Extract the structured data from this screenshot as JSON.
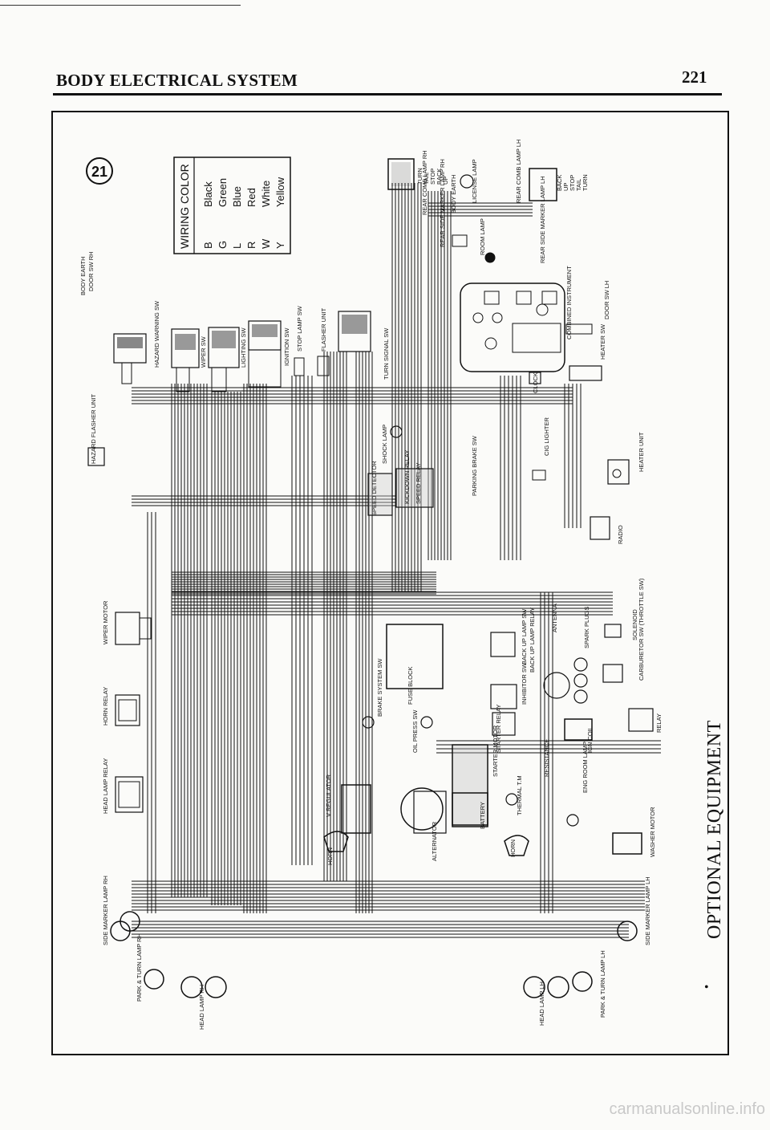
{
  "header": {
    "title": "BODY ELECTRICAL SYSTEM",
    "page_number": "221"
  },
  "section_label": "OPTIONAL EQUIPMENT",
  "footer": {
    "watermark": "carmanualsonline.info"
  },
  "diagram": {
    "number": "21",
    "legend": {
      "title": "WIRING COLOR",
      "entries": [
        {
          "code": "B",
          "color": "Black"
        },
        {
          "code": "G",
          "color": "Green"
        },
        {
          "code": "L",
          "color": "Blue"
        },
        {
          "code": "R",
          "color": "Red"
        },
        {
          "code": "W",
          "color": "White"
        },
        {
          "code": "Y",
          "color": "Yellow"
        }
      ]
    },
    "labels": {
      "body_earth": "BODY EARTH",
      "door_sw_rh": "DOOR SW RH",
      "hazard_warning_sw": "HAZARD WARNING SW",
      "wiper_sw": "WIPER SW",
      "lighting_sw": "LIGHTING SW",
      "ignition_sw": "IGNITION SW",
      "stop_lamp_sw": "STOP LAMP SW",
      "flasher_unit": "FLASHER UNIT",
      "turn_signal_sw": "TURN SIGNAL SW",
      "hazard_flasher_unit": "HAZARD FLASHER UNIT",
      "rear_comb_lamp_rh": "REAR COMB LAMP RH",
      "rear_comb_lamp_lh": "REAR COMB LAMP LH",
      "body_earth_2": "BODY EARTH",
      "license_lamp": "LICENSE LAMP",
      "room_lamp": "ROOM LAMP",
      "rear_side_marker_lamp_lh": "REAR SIDE MARKER LAMP LH",
      "rear_side_marker_lamp_rh": "REAR SIDE MARKER LAMP RH",
      "combined_instrument": "COMBINED INSTRUMENT",
      "door_sw_lh": "DOOR SW LH",
      "heater_sw": "HEATER SW",
      "clock": "CLOCK",
      "cig_lighter": "CIG LIGHTER",
      "heater_unit": "HEATER UNIT",
      "radio": "RADIO",
      "parking_brake_sw": "PARKING BRAKE SW",
      "kickdown_relay": "KICKDOWN RELAY",
      "speed_relay": "SPEED RELAY",
      "speed_detector": "SPEED DETECTOR",
      "shock_lamp": "SHOCK LAMP",
      "wiper_motor": "WIPER MOTOR",
      "horn_relay": "HORN RELAY",
      "head_lamp_relay": "HEAD LAMP RELAY",
      "side_marker_lamp_rh": "SIDE MARKER LAMP RH",
      "side_marker_lamp_lh": "SIDE MARKER LAMP LH",
      "park_turn_lamp_rh": "PARK & TURN LAMP RH",
      "park_turn_lamp_lh": "PARK & TURN LAMP LH",
      "head_lamp_rh": "HEAD LAMP RH",
      "head_lamp_lh": "HEAD LAMP LH",
      "brake_system_sw": "BRAKE SYSTEM SW",
      "fuse_block": "FUSE BLOCK",
      "oil_press_sw": "OIL PRESS SW",
      "v_regulator": "V REGULATOR",
      "horn": "HORN",
      "horn_2": "HORN",
      "alternator": "ALTERNATOR",
      "battery": "BATTERY",
      "starter_motor": "STARTER MOTOR",
      "thermal_tm": "THERMAL T.M",
      "back_up_lamp_sw": "BACK UP LAMP SW",
      "back_up_lamp_relay": "BACK UP LAMP RELAY",
      "inhibitor_sw": "INHIBITOR SW",
      "starter_relay": "STARTER RELAY",
      "antenna": "ANTENNA",
      "spark_plugs": "SPARK PLUGS",
      "solenoid": "SOLENOID",
      "carburetor_sw": "CARBURETOR SW (THROTTLE SW)",
      "relay": "RELAY",
      "ign_coil": "IGN COIL",
      "resistance": "RESISTANCE",
      "eng_room_lamp": "ENG ROOM LAMP",
      "washer_motor": "WASHER MOTOR",
      "turn_tail_stop_back": [
        "TURN",
        "TAIL",
        "STOP",
        "BACK",
        "UP"
      ],
      "back_stop_tail_turn": [
        "BACK",
        "UP",
        "STOP",
        "TAIL",
        "TURN"
      ]
    }
  }
}
